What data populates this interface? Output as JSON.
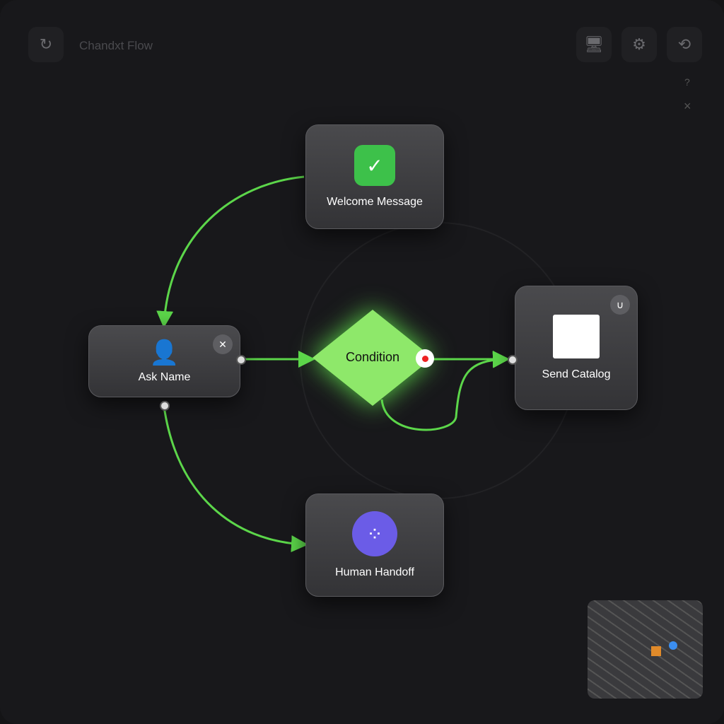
{
  "header": {
    "title": "Chandxt Flow"
  },
  "toolbar": {
    "help": "?",
    "close": "×"
  },
  "nodes": {
    "welcome": {
      "label": "Welcome Message"
    },
    "ask": {
      "label": "Ask Name"
    },
    "condition": {
      "label": "Condition"
    },
    "catalog": {
      "label": "Send Catalog"
    },
    "handoff": {
      "label": "Human Handoff"
    }
  },
  "colors": {
    "accent": "#5cd64a",
    "condition": "#8ee86a",
    "handoff": "#6b5ce7"
  }
}
